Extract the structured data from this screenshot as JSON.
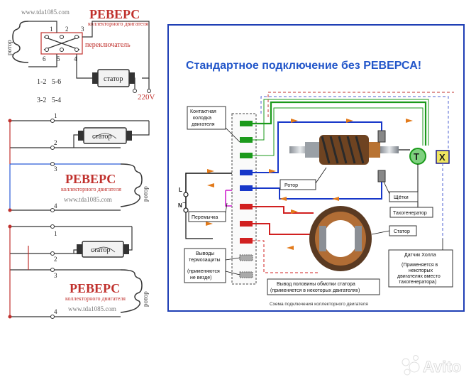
{
  "left": {
    "top": {
      "url": "www.tda1085.com",
      "title": "РЕВЕРС",
      "subtitle": "коллекторного двигателя",
      "rotor": "ротор",
      "switch": "переключатель",
      "stator": "статор",
      "voltage": "220V",
      "pins_top": [
        "1",
        "2",
        "3"
      ],
      "pins_bottom": [
        "6",
        "5",
        "4"
      ],
      "combo1": "1-2   5-6",
      "combo2": "3-2   5-4"
    },
    "middle": {
      "pins": [
        "1",
        "2",
        "3",
        "4"
      ],
      "stator": "статор",
      "title": "РЕВЕРС",
      "subtitle": "коллекторного двигателя",
      "url": "www.tda1085.com",
      "rotor": "ротор"
    },
    "bottom": {
      "pins": [
        "1",
        "2",
        "3",
        "4"
      ],
      "stator": "статор",
      "title": "РЕВЕРС",
      "subtitle": "коллекторного двигателя",
      "url": "www.tda1085.com",
      "rotor": "ротор"
    }
  },
  "right": {
    "title": "Стандартное подключение без РЕВЕРСА!",
    "labels": {
      "block_l1": "Контактная",
      "block_l2": "колодка",
      "block_l3": "двигателя",
      "rotor": "Ротор",
      "brushes": "Щётки",
      "tacho": "Тахогенератор",
      "stator": "Статор",
      "jumper": "Перемычка",
      "thermal_l1": "Выводы",
      "thermal_l2": "термозащиты",
      "thermal_l3": "(применяются",
      "thermal_l4": "не везде)",
      "half_l1": "Вывод половины обмотки статора",
      "half_l2": "(применяется в некоторых двигателях)",
      "hall_l1": "Датчик Холла",
      "hall_l2": "(Применяется в",
      "hall_l3": "некоторых",
      "hall_l4": "двигателях вместо",
      "hall_l5": "тахогенератора)",
      "caption": "Схема подключения коллекторного двигателя",
      "L": "L",
      "N": "N",
      "tilde": "~",
      "T": "T",
      "X": "X"
    }
  },
  "watermark": "Avito"
}
